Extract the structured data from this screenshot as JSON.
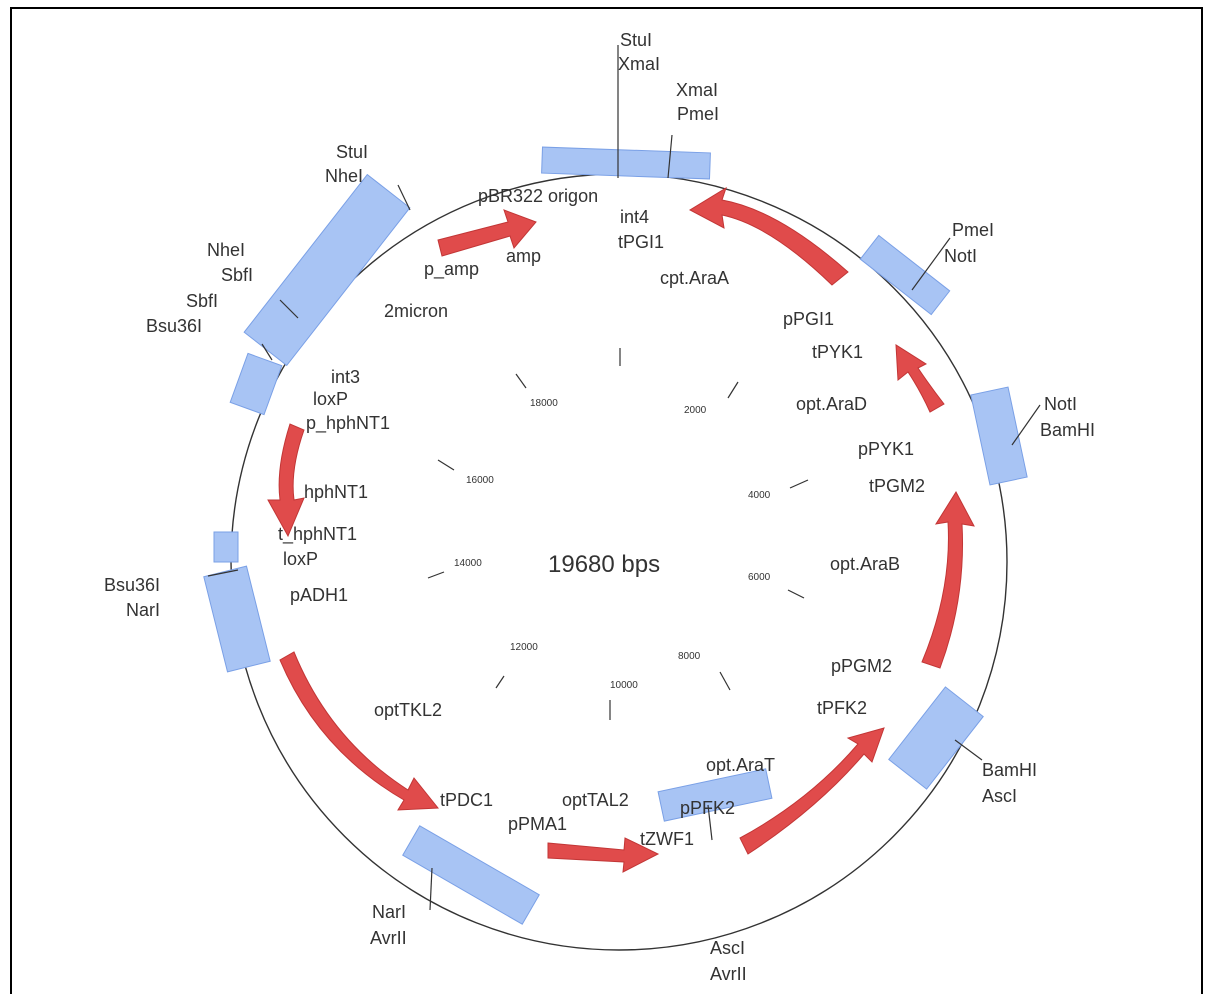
{
  "plasmid": {
    "size_label": "19680 bps",
    "backbone_color": "#333333",
    "site_color": "#a8c4f4",
    "site_stroke": "#7aa0e6",
    "arrow_color": "#e04b4b",
    "arrow_stroke": "#c23636"
  },
  "ticks": [
    "2000",
    "4000",
    "6000",
    "8000",
    "10000",
    "12000",
    "14000",
    "16000",
    "18000"
  ],
  "restriction_labels": {
    "top1": "StuI",
    "top2": "XmaI",
    "top3": "XmaI",
    "top4": "PmeI",
    "ne1": "PmeI",
    "ne2": "NotI",
    "e1": "NotI",
    "e2": "BamHI",
    "se1": "BamHI",
    "se2": "AscI",
    "s1": "AscI",
    "s2": "AvrII",
    "sw1": "NarI",
    "sw2": "AvrII",
    "w1": "Bsu36I",
    "w2": "NarI",
    "nw1": "NheI",
    "nw2": "SbfI",
    "nw3": "SbfI",
    "nw4": "Bsu36I",
    "nnw1": "StuI",
    "nnw2": "NheI"
  },
  "feature_labels": {
    "f1": "pBR322 origon",
    "f2": "int4",
    "f3": "tPGI1",
    "f4": "cpt.AraA",
    "f5": "p_amp",
    "f6": "amp",
    "f7": "2micron",
    "f8": "pPGI1",
    "f9": "tPYK1",
    "f10": "opt.AraD",
    "f11": "pPYK1",
    "f12": "tPGM2",
    "f13": "opt.AraB",
    "f14": "pPGM2",
    "f15": "tPFK2",
    "f16": "opt.AraT",
    "f17": "pPFK2",
    "f18": "tZWF1",
    "f19": "optTAL2",
    "f20": "pPMA1",
    "f21": "tPDC1",
    "f22": "optTKL2",
    "f23": "int3",
    "f24": "loxP",
    "f25": "p_hphNT1",
    "f26": "hphNT1",
    "f27": "t_hphNT1",
    "f28": "loxP",
    "f29": "pADH1"
  }
}
